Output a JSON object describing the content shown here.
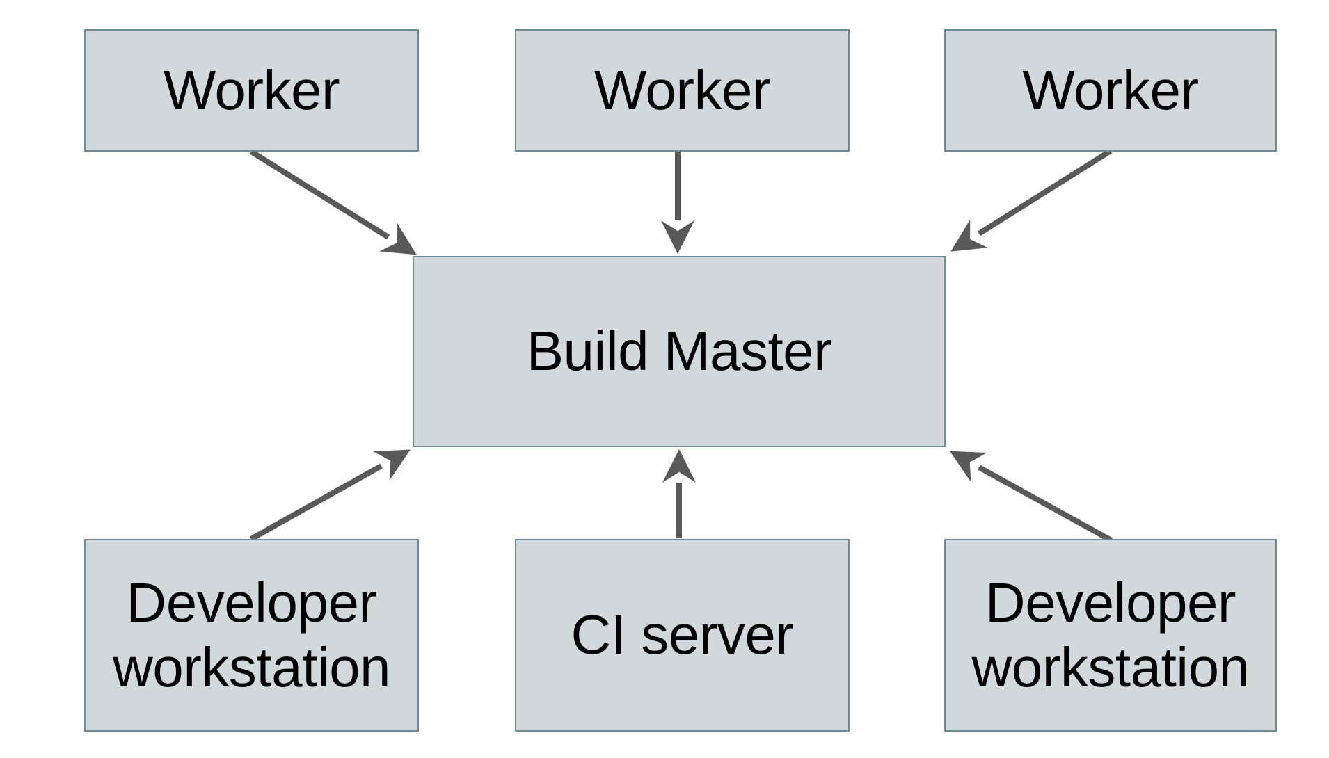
{
  "diagram": {
    "type": "architecture-diagram",
    "nodes": [
      {
        "id": "worker-1",
        "label": "Worker"
      },
      {
        "id": "worker-2",
        "label": "Worker"
      },
      {
        "id": "worker-3",
        "label": "Worker"
      },
      {
        "id": "build-master",
        "label": "Build Master"
      },
      {
        "id": "developer-workstation-1",
        "label": "Developer workstation"
      },
      {
        "id": "ci-server",
        "label": "CI server"
      },
      {
        "id": "developer-workstation-2",
        "label": "Developer workstation"
      }
    ],
    "edges": [
      {
        "from": "worker-1",
        "to": "build-master",
        "direction": "down-right"
      },
      {
        "from": "worker-2",
        "to": "build-master",
        "direction": "down"
      },
      {
        "from": "worker-3",
        "to": "build-master",
        "direction": "down-left"
      },
      {
        "from": "developer-workstation-1",
        "to": "build-master",
        "direction": "up-right"
      },
      {
        "from": "ci-server",
        "to": "build-master",
        "direction": "up"
      },
      {
        "from": "developer-workstation-2",
        "to": "build-master",
        "direction": "up-left"
      }
    ],
    "colors": {
      "node_fill": "#d2d9dc",
      "node_border": "#6f8a97",
      "arrow": "#595959",
      "text": "#000000",
      "background": "#ffffff"
    }
  }
}
